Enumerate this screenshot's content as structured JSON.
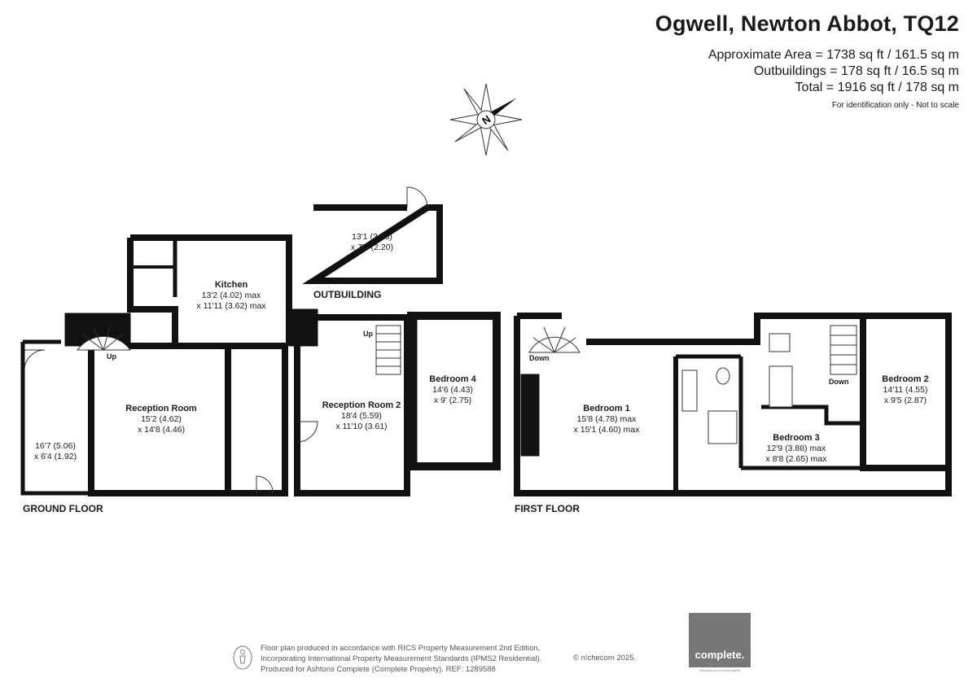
{
  "header": {
    "title": "Ogwell, Newton Abbot, TQ12",
    "area_main": "Approximate Area = 1738 sq ft / 161.5 sq m",
    "area_outbuildings": "Outbuildings = 178 sq ft / 16.5 sq m",
    "area_total": "Total = 1916 sq ft / 178 sq m",
    "disclaimer": "For identification only - Not to scale"
  },
  "compass": {
    "letter": "N"
  },
  "floors": {
    "ground": "GROUND FLOOR",
    "first": "FIRST FLOOR",
    "outbuilding": "OUTBUILDING"
  },
  "rooms": {
    "kitchen": {
      "name": "Kitchen",
      "dim1": "13'2 (4.02) max",
      "dim2": "x 11'11 (3.62) max"
    },
    "reception1": {
      "name": "Reception Room",
      "dim1": "15'2 (4.62)",
      "dim2": "x 14'8 (4.46)"
    },
    "conservatory": {
      "dim1": "16'7 (5.06)",
      "dim2": "x 6'4 (1.92)"
    },
    "reception2": {
      "name": "Reception Room 2",
      "dim1": "18'4 (5.59)",
      "dim2": "x 11'10 (3.61)"
    },
    "bedroom4": {
      "name": "Bedroom 4",
      "dim1": "14'6 (4.43)",
      "dim2": "x 9' (2.75)"
    },
    "outbuilding": {
      "dim1": "13'1 (3.98)",
      "dim2": "x 7'3 (2.20)"
    },
    "bedroom1": {
      "name": "Bedroom 1",
      "dim1": "15'8 (4.78) max",
      "dim2": "x 15'1 (4.60) max"
    },
    "bedroom2": {
      "name": "Bedroom 2",
      "dim1": "14'11 (4.55)",
      "dim2": "x 9'5 (2.87)"
    },
    "bedroom3": {
      "name": "Bedroom 3",
      "dim1": "12'9 (3.88) max",
      "dim2": "x 8'8 (2.65) max"
    }
  },
  "stairs": {
    "up": "Up",
    "down": "Down"
  },
  "footer": {
    "line1": "Floor plan produced in accordance with RICS Property Measurement 2nd Edition,",
    "line2": "Incorporating International Property Measurement Standards (IPMS2 Residential).",
    "line3": "Produced for Ashtons Complete (Complete Property).   REF:  1289588",
    "copyright": "© n!checom 2025.",
    "logo": "complete.",
    "logo_tagline": "thoroughly good property agents"
  }
}
